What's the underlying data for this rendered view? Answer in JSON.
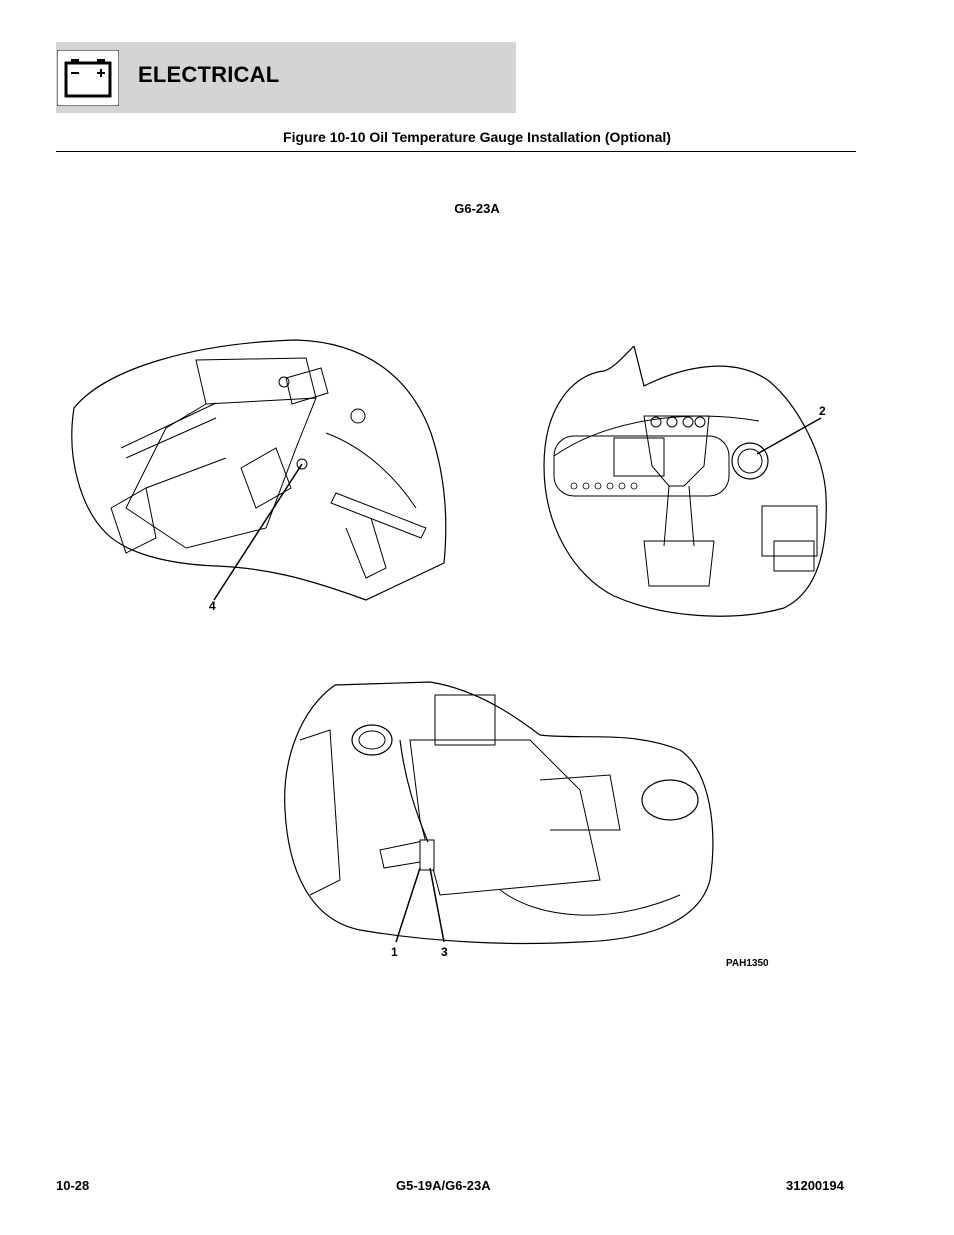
{
  "header": {
    "section_title": "ELECTRICAL",
    "icon": "battery-icon"
  },
  "figure": {
    "caption": "Figure 10-10 Oil Temperature Gauge Installation (Optional)",
    "model_label": "G6-23A",
    "callouts": [
      "4",
      "2",
      "1",
      "3"
    ],
    "drawing_code": "PAH1350"
  },
  "footer": {
    "page_number": "10-28",
    "model": "G5-19A/G6-23A",
    "doc_number": "31200194"
  }
}
